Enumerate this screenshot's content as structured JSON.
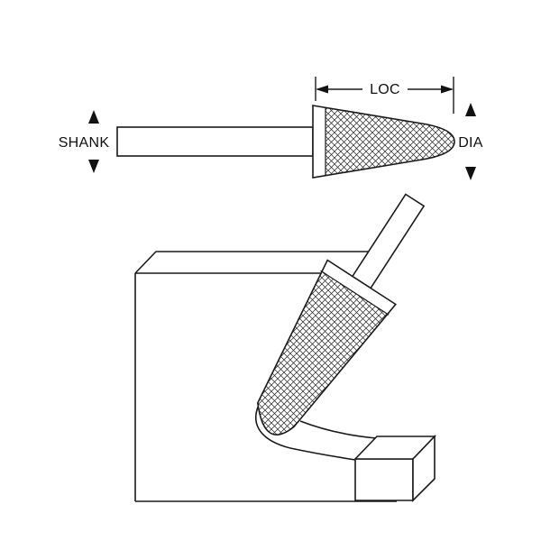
{
  "labels": {
    "shank": "SHANK",
    "loc": "LOC",
    "dia": "DIA"
  },
  "colors": {
    "line": "#1a1a1a",
    "text": "#111111",
    "background": "#ffffff"
  }
}
